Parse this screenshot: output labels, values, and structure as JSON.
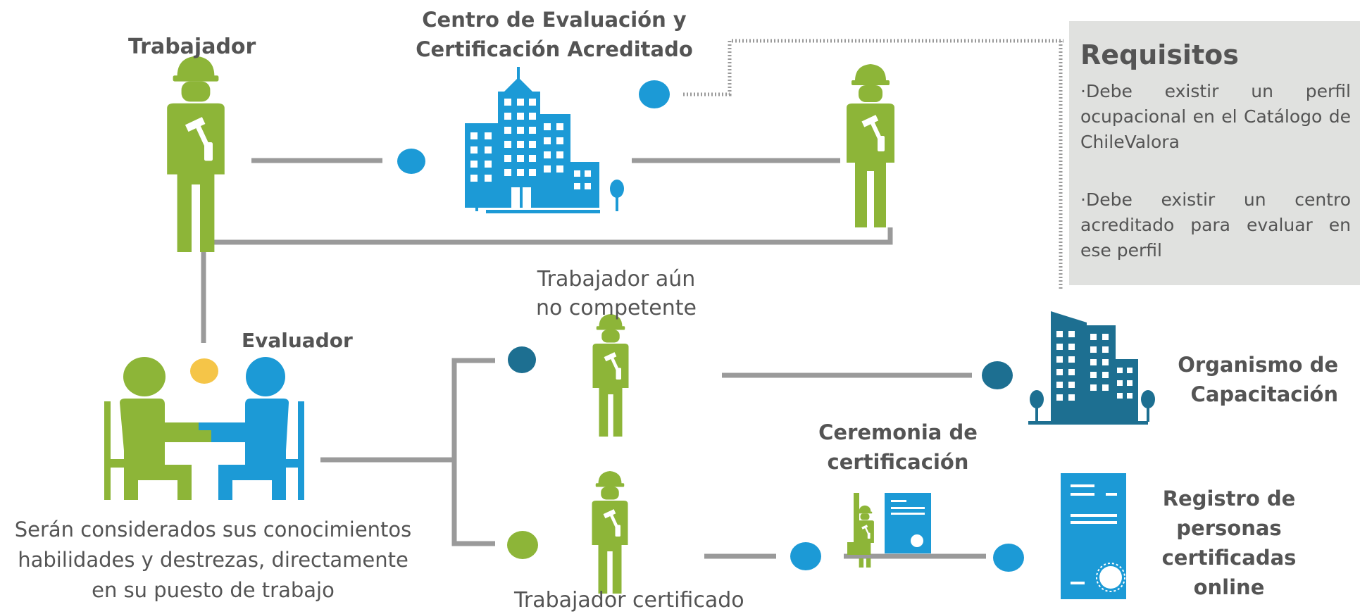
{
  "colors": {
    "green": "#8db538",
    "blue": "#1c9ad6",
    "dark_blue": "#1d6f91",
    "yellow": "#f5c548",
    "gray_line": "#9a9a9a",
    "text": "#545454",
    "panel": "#e0e1df"
  },
  "labels": {
    "trabajador": "Trabajador",
    "centro_line1": "Centro de Evaluación y",
    "centro_line2": "Certificación Acreditado",
    "evaluador": "Evaluador",
    "no_competente_line1": "Trabajador aún",
    "no_competente_line2": "no competente",
    "certificado": "Trabajador certificado",
    "ceremonia_line1": "Ceremonia de",
    "ceremonia_line2": "certificación",
    "organismo_line1": "Organismo de",
    "organismo_line2": "Capacitación",
    "registro_line1": "Registro de",
    "registro_line2": "personas",
    "registro_line3": "certificadas",
    "registro_line4": "online",
    "evaluacion_line1": "Serán considerados sus conocimientos",
    "evaluacion_line2": "habilidades y destrezas, directamente",
    "evaluacion_line3": "en su puesto de trabajo"
  },
  "requisitos": {
    "title": "Requisitos",
    "items": [
      "·Debe existir un perfil ocupacional en el Catálogo de ChileValora",
      "·Debe existir un centro acreditado para evaluar en ese perfil"
    ]
  },
  "icons": [
    "worker-icon",
    "building-icon",
    "evaluation-meeting-icon",
    "certificate-document-icon",
    "ceremony-icon"
  ]
}
